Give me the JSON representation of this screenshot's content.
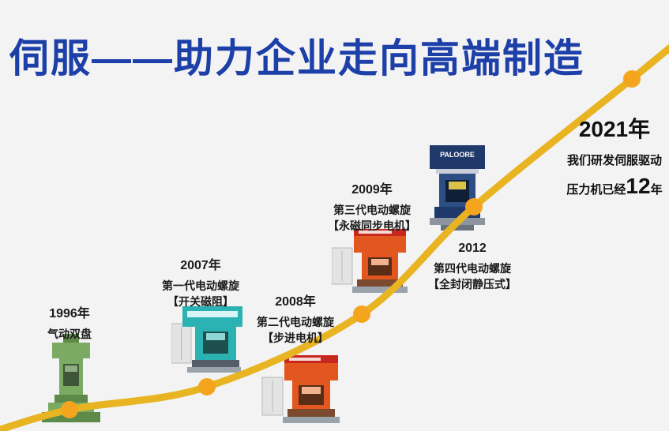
{
  "title": "伺服——助力企业走向高端制造",
  "milestones": {
    "m1996": {
      "year": "1996年",
      "name": "气动双盘",
      "spec": ""
    },
    "m2007": {
      "year": "2007年",
      "name": "第一代电动螺旋",
      "spec": "【开关磁阻】"
    },
    "m2008": {
      "year": "2008年",
      "name": "第二代电动螺旋",
      "spec": "【步进电机】"
    },
    "m2009": {
      "year": "2009年",
      "name": "第三代电动螺旋",
      "spec": "【永磁同步电机】"
    },
    "m2012": {
      "year": "2012",
      "name": "第四代电动螺旋",
      "spec": "【全封闭静压式】"
    }
  },
  "endpoint": {
    "year": "2021年",
    "line1": "我们研发伺服驱动",
    "line2_prefix": "压力机已经",
    "line2_number": "12",
    "line2_suffix": "年"
  },
  "machines": {
    "m2012_brand": "PALOORE"
  },
  "colors": {
    "title_blue": "#1D3FA8",
    "curve_gold": "#E8B422",
    "marker_orange": "#F5A51D",
    "machine_green": "#7BAB63",
    "machine_teal": "#2BB3B3",
    "machine_orange": "#E2571F",
    "machine_navy": "#20396B",
    "banner_red": "#C8271E"
  }
}
